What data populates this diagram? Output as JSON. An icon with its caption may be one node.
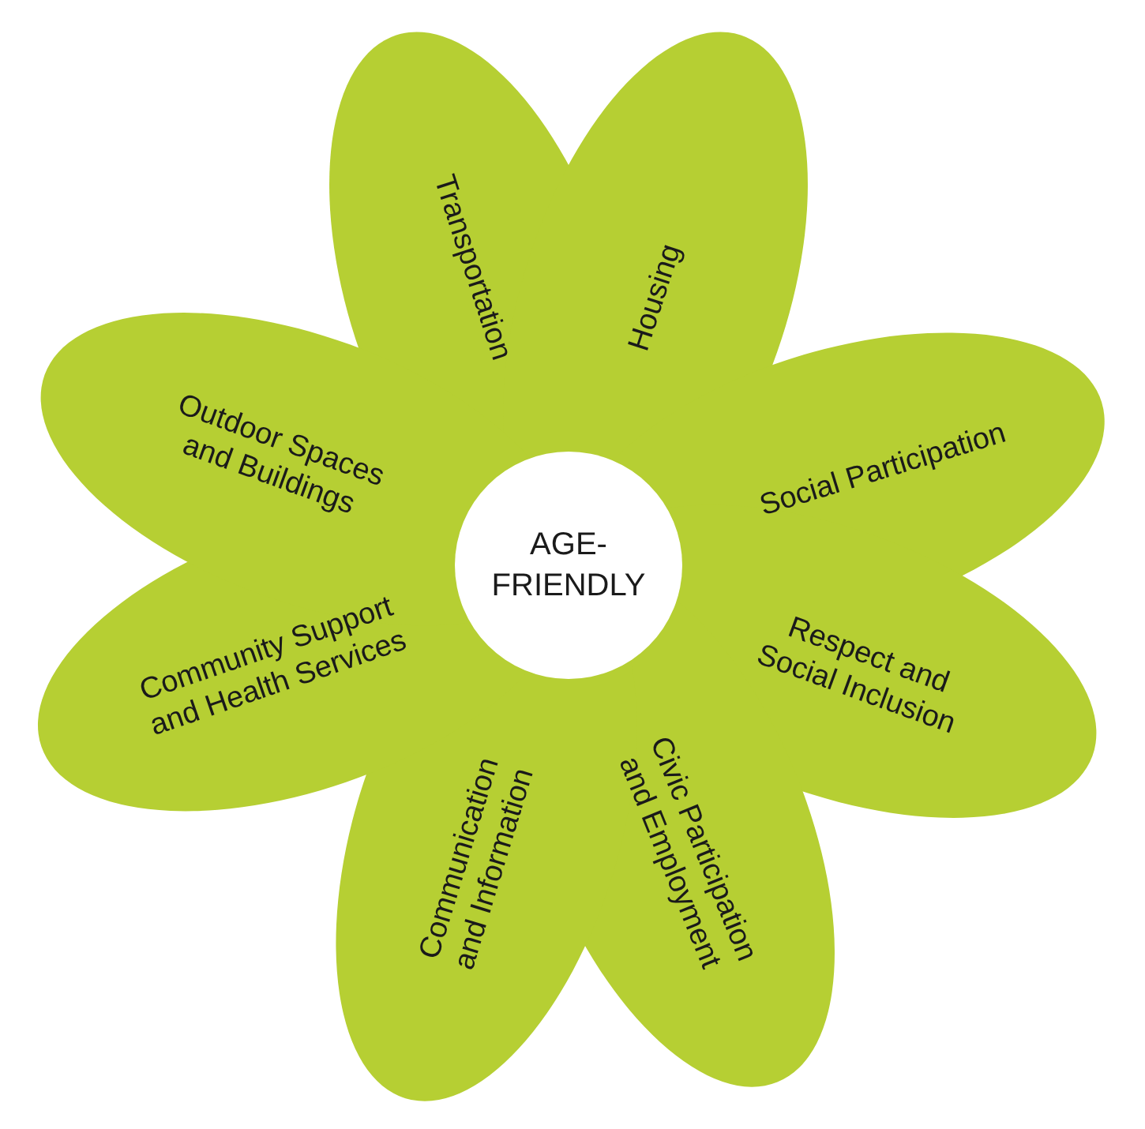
{
  "diagram": {
    "nodes": [
      {
        "text": [
          "Transportation"
        ]
      },
      {
        "text": [
          "Housing"
        ]
      },
      {
        "text": [
          "Social Participation"
        ]
      },
      {
        "text": [
          "Respect and Social Inclusion"
        ]
      },
      {
        "text": [
          "Civic Participation and Employment"
        ]
      },
      {
        "text": [
          "Communication and Information"
        ]
      },
      {
        "text": [
          "Community Support and Health Services"
        ]
      },
      {
        "text": [
          "Outdoor Spaces and Buildings"
        ]
      },
      {
        "text": [
          "AGE- FRIENDLY"
        ]
      }
    ]
  }
}
